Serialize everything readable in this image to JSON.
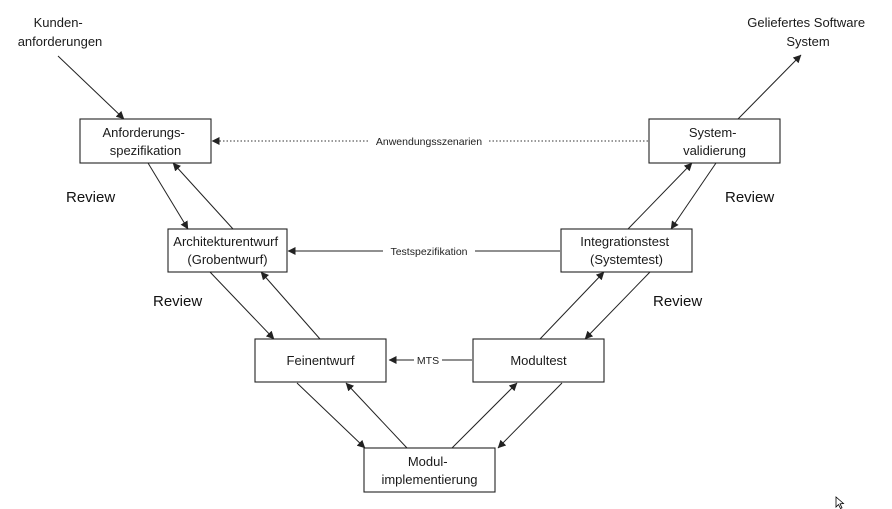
{
  "inputs": {
    "customer_requirements": [
      "Kunden-",
      "anforderungen"
    ]
  },
  "outputs": {
    "delivered_software": [
      "Geliefertes Software",
      "System"
    ]
  },
  "nodes": {
    "requirements_spec": [
      "Anforderungs-",
      "spezifikation"
    ],
    "architecture_design": [
      "Architekturentwurf",
      "(Grobentwurf)"
    ],
    "detailed_design": [
      "Feinentwurf"
    ],
    "module_implementation": [
      "Modul-",
      "implementierung"
    ],
    "module_test": [
      "Modultest"
    ],
    "integration_test": [
      "Integrationstest",
      "(Systemtest)"
    ],
    "system_validation": [
      "System-",
      "validierung"
    ]
  },
  "edges": {
    "use_case_scenarios": "Anwendungsszenarien",
    "test_specification": "Testspezifikation",
    "mts": "MTS"
  },
  "reviews": {
    "left_upper": "Review",
    "left_lower": "Review",
    "right_upper": "Review",
    "right_lower": "Review"
  },
  "colors": {
    "stroke": "#222222",
    "background": "#ffffff"
  }
}
